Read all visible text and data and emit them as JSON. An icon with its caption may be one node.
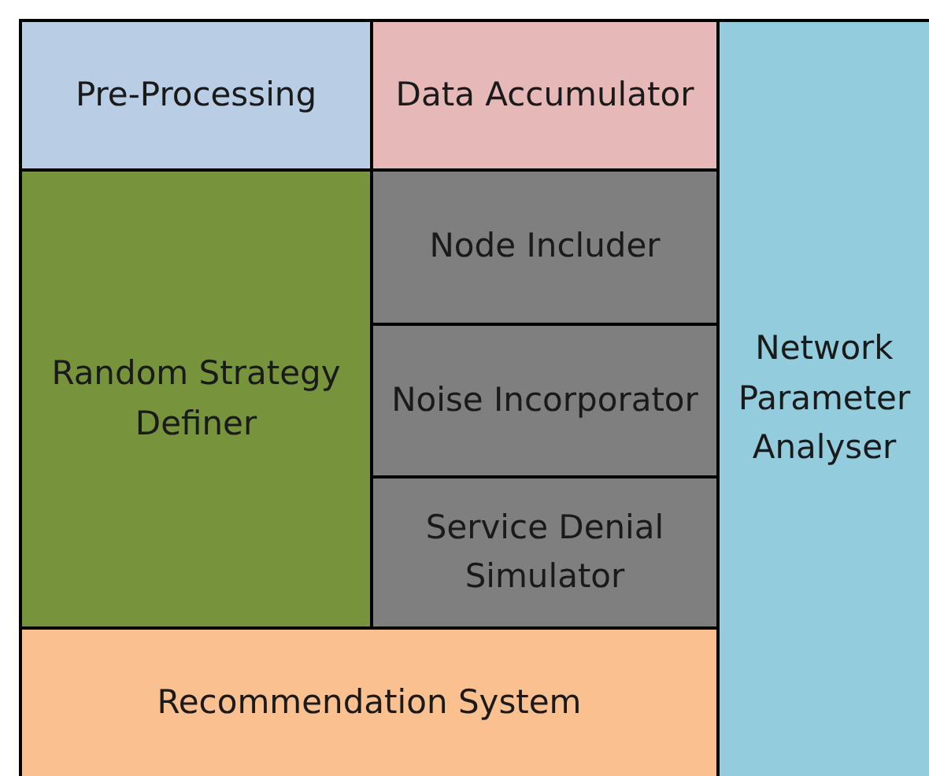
{
  "diagram": {
    "nodes": [
      {
        "text": [
          "Pre-Processing"
        ]
      },
      {
        "text": [
          "Data Accumulator"
        ]
      },
      {
        "text": [
          "Network Parameter Analyser"
        ]
      },
      {
        "text": [
          "Random Strategy Definer"
        ]
      },
      {
        "text": [
          "Node Includer"
        ]
      },
      {
        "text": [
          "Noise Incorporator"
        ]
      },
      {
        "text": [
          "Service Denial Simulator"
        ]
      },
      {
        "text": [
          "Recommendation System"
        ]
      }
    ]
  }
}
